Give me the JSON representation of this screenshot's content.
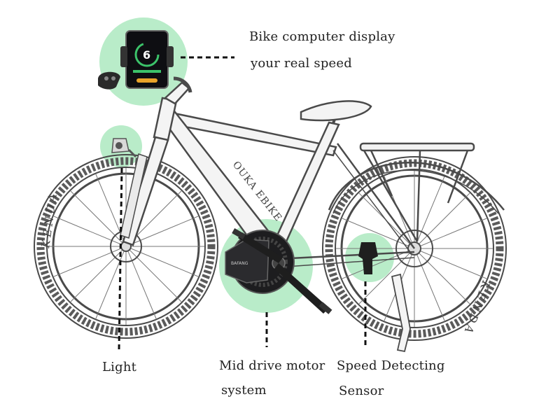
{
  "labels": {
    "display_line1": "Bike computer display",
    "display_line2": "your real speed",
    "light": "Light",
    "motor_line1": "Mid drive motor",
    "motor_line2": "system",
    "sensor_line1": "Speed Detecting",
    "sensor_line2": "Sensor"
  },
  "branding": {
    "frame_decal": "OUKA EBIKE",
    "tire_brand": "KENDA",
    "display_speed": "6",
    "motor_logo": "BAFANG"
  },
  "colors": {
    "highlight_circle": "#b9ecc9",
    "line_art": "#4a4a4a",
    "leader_line": "#111111",
    "display_screen": "#0e0e12",
    "display_accent": "#e8a32a",
    "display_gauge": "#3cc36a"
  }
}
